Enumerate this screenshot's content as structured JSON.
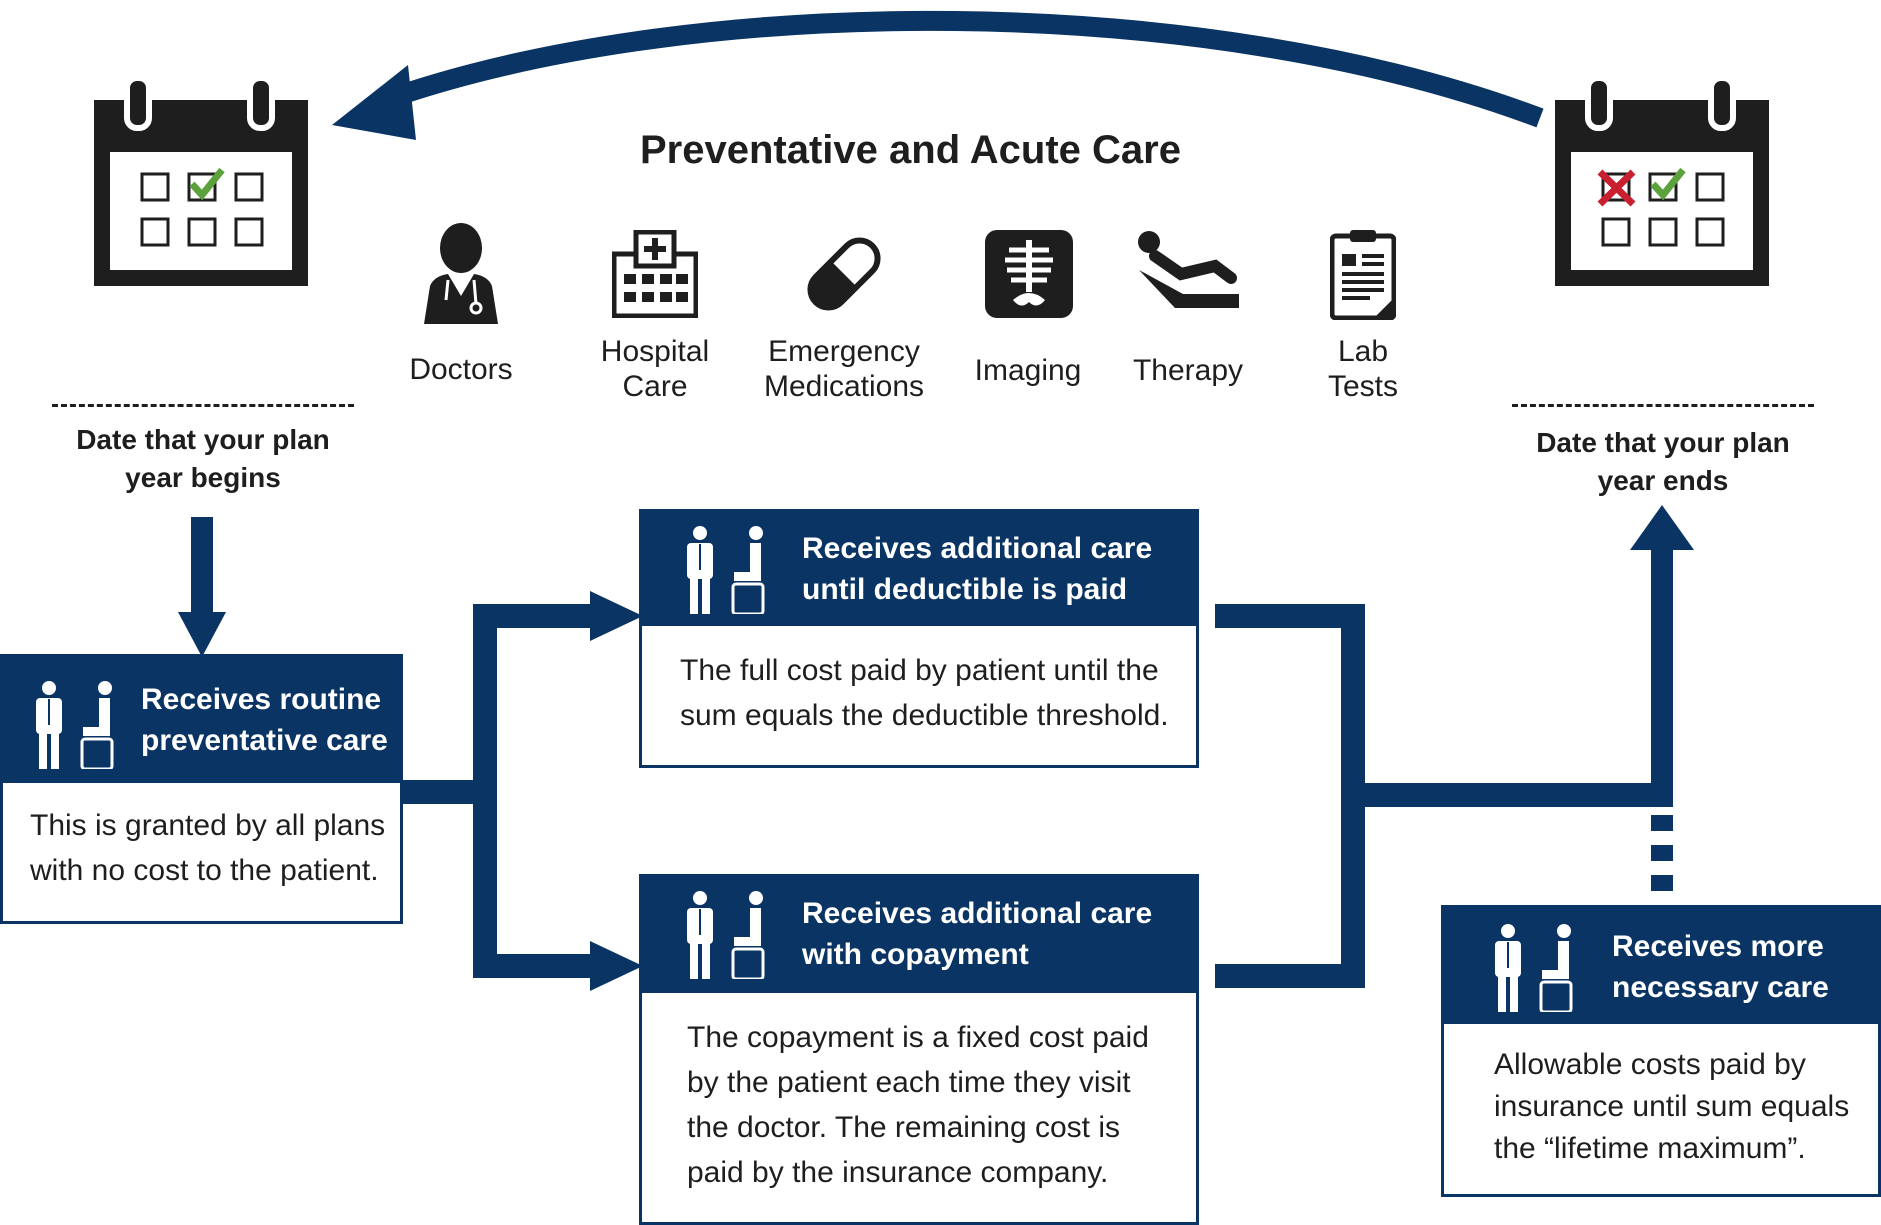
{
  "title": "Preventative and Acute Care",
  "colors": {
    "navy": "#0a3463",
    "check_green": "#5ba13c",
    "cross_red": "#c8202f",
    "icon_dark": "#1e1e1e"
  },
  "services": [
    {
      "label": "Doctors",
      "icon": "doctor-icon"
    },
    {
      "label": "Hospital\nCare",
      "icon": "hospital-icon"
    },
    {
      "label": "Emergency\nMedications",
      "icon": "pill-icon"
    },
    {
      "label": "Imaging",
      "icon": "xray-icon"
    },
    {
      "label": "Therapy",
      "icon": "therapy-icon"
    },
    {
      "label": "Lab\nTests",
      "icon": "clipboard-icon"
    }
  ],
  "plan_start": {
    "label": "Date that your plan\nyear begins",
    "icon": "calendar-check-icon"
  },
  "plan_end": {
    "label": "Date that your plan\nyear ends",
    "icon": "calendar-check-cross-icon"
  },
  "boxes": {
    "routine": {
      "heading": "Receives routine\npreventative care",
      "body": "This is granted by all plans\nwith no cost to the patient."
    },
    "deductible": {
      "heading": "Receives additional care\nuntil deductible is paid",
      "body": "The full cost paid by patient until the\nsum equals the deductible threshold."
    },
    "copayment": {
      "heading": "Receives additional care\nwith copayment",
      "body": "The copayment is a fixed cost paid\nby the patient each time they visit\nthe doctor. The remaining cost is\npaid by the insurance company."
    },
    "necessary": {
      "heading": "Receives more\nnecessary care",
      "body": "Allowable costs paid by\ninsurance until sum equals\nthe “lifetime maximum”."
    }
  }
}
